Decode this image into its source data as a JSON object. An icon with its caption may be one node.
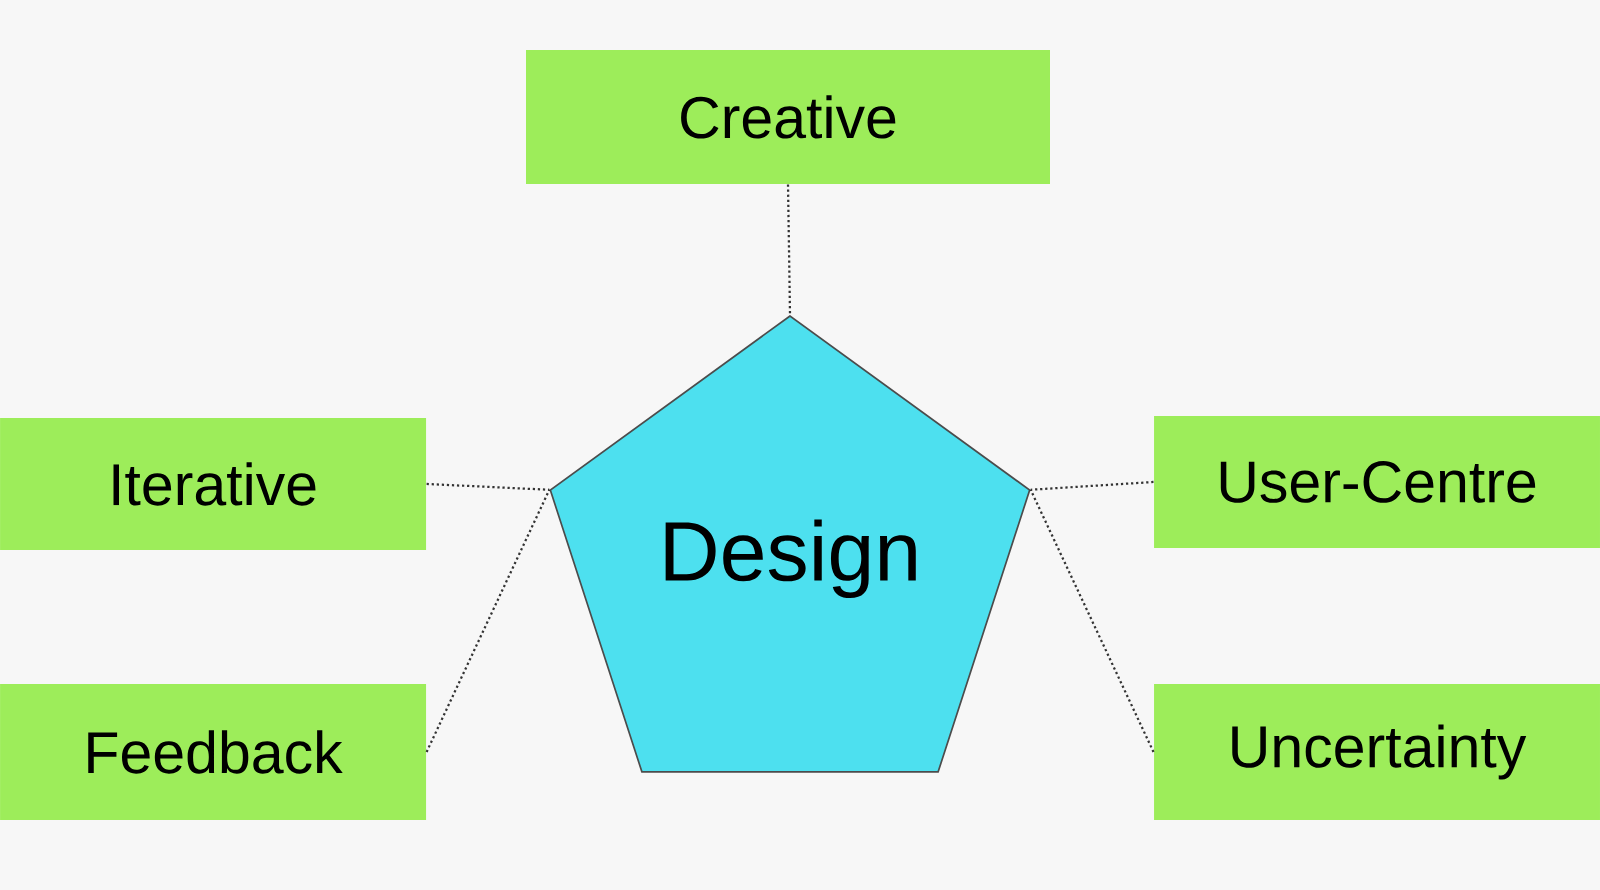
{
  "diagram": {
    "nodes": [
      {
        "text": [
          "Creative"
        ]
      },
      {
        "text": [
          "Iterative"
        ]
      },
      {
        "text": [
          "Design"
        ]
      },
      {
        "text": [
          "User-Centre"
        ]
      },
      {
        "text": [
          "Feedback"
        ]
      },
      {
        "text": [
          "Uncertainty"
        ]
      }
    ],
    "edges": [
      {
        "from": 0,
        "to": 2,
        "arrow": "none"
      },
      {
        "from": 1,
        "to": 2,
        "arrow": "none"
      },
      {
        "from": 3,
        "to": 2,
        "arrow": "none"
      },
      {
        "from": 4,
        "to": 2,
        "arrow": "none"
      },
      {
        "from": 5,
        "to": 2,
        "arrow": "none"
      }
    ]
  }
}
